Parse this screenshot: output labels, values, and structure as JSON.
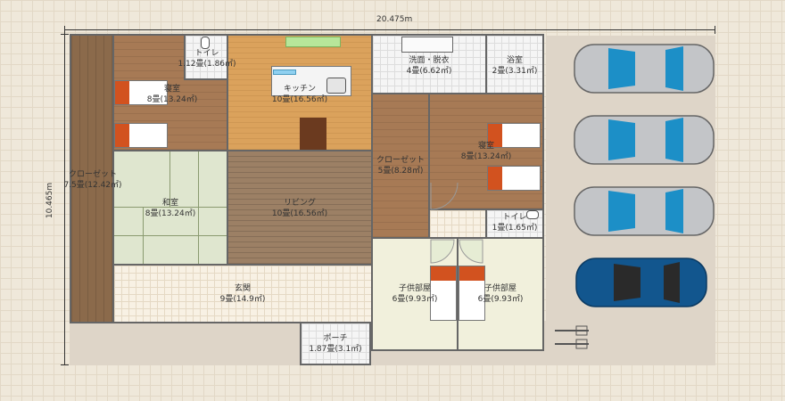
{
  "dimensions": {
    "width": "20.475m",
    "height": "10.465m"
  },
  "rooms": {
    "toilet1": {
      "name": "トイレ",
      "area": "1.12畳(1.86㎡)"
    },
    "bedroom1": {
      "name": "寝室",
      "area": "8畳(13.24㎡)"
    },
    "kitchen": {
      "name": "キッチン",
      "area": "10畳(16.56㎡)"
    },
    "washroom": {
      "name": "洗面・脱衣",
      "area": "4畳(6.62㎡)"
    },
    "bath": {
      "name": "浴室",
      "area": "2畳(3.31㎡)"
    },
    "closet1": {
      "name": "クローゼット",
      "area": "7.5畳(12.42㎡)"
    },
    "washitsu": {
      "name": "和室",
      "area": "8畳(13.24㎡)"
    },
    "living": {
      "name": "リビング",
      "area": "10畳(16.56㎡)"
    },
    "closet2": {
      "name": "クローゼット",
      "area": "5畳(8.28㎡)"
    },
    "bedroom2": {
      "name": "寝室",
      "area": "8畳(13.24㎡)"
    },
    "toilet2": {
      "name": "トイレ",
      "area": "1畳(1.65㎡)"
    },
    "entrance": {
      "name": "玄関",
      "area": "9畳(14.9㎡)"
    },
    "kids1": {
      "name": "子供部屋",
      "area": "6畳(9.93㎡)"
    },
    "kids2": {
      "name": "子供部屋",
      "area": "6畳(9.93㎡)"
    },
    "porch": {
      "name": "ポーチ",
      "area": "1.87畳(3.1㎡)"
    }
  },
  "cars": [
    {
      "color": "#c3c5c8"
    },
    {
      "color": "#c3c5c8"
    },
    {
      "color": "#c3c5c8"
    },
    {
      "color": "#12568e"
    }
  ],
  "colors": {
    "wall": "#666666",
    "bedding": "#d2521f"
  }
}
